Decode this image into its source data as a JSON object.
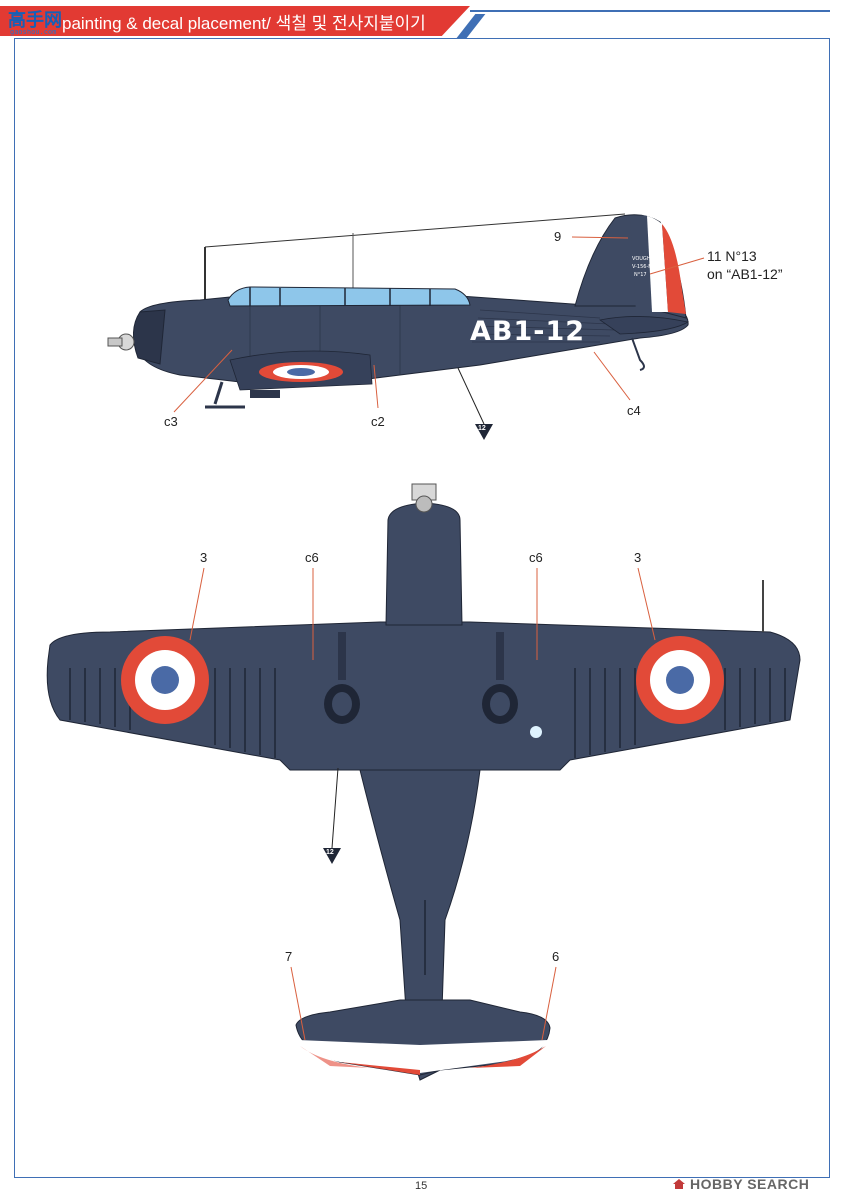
{
  "header": {
    "title": "painting & decal placement/ 색칠 및 전사지붙이기",
    "logo_main": "高手网",
    "logo_sub": "gaoshou.com"
  },
  "side_view": {
    "tail_number": "AB1-12",
    "callouts": {
      "tail_stripe": "9",
      "tail_marking_line1": "11 N°13",
      "tail_marking_line2": "on “AB1-12”",
      "forward_fuselage": "c3",
      "mid_fuselage": "c2",
      "aft_fuselage": "c4",
      "color_ref": "12"
    },
    "tail_text": [
      "VOUGHT",
      "V-156-F",
      "N°17"
    ]
  },
  "bottom_view": {
    "callouts": {
      "left_roundel": "3",
      "right_roundel": "3",
      "left_gun": "c6",
      "right_gun": "c6",
      "left_stabilizer": "7",
      "right_stabilizer": "6",
      "color_ref": "12"
    }
  },
  "footer": {
    "page_number": "15",
    "brand": "HOBBY SEARCH"
  },
  "colors": {
    "aircraft": "#3e4a63",
    "aircraft_dark": "#2c354a",
    "roundel_red": "#e24a38",
    "roundel_white": "#ffffff",
    "roundel_blue": "#4a6aa6",
    "frame_blue": "#3f6fb5",
    "header_red": "#e23a33"
  }
}
